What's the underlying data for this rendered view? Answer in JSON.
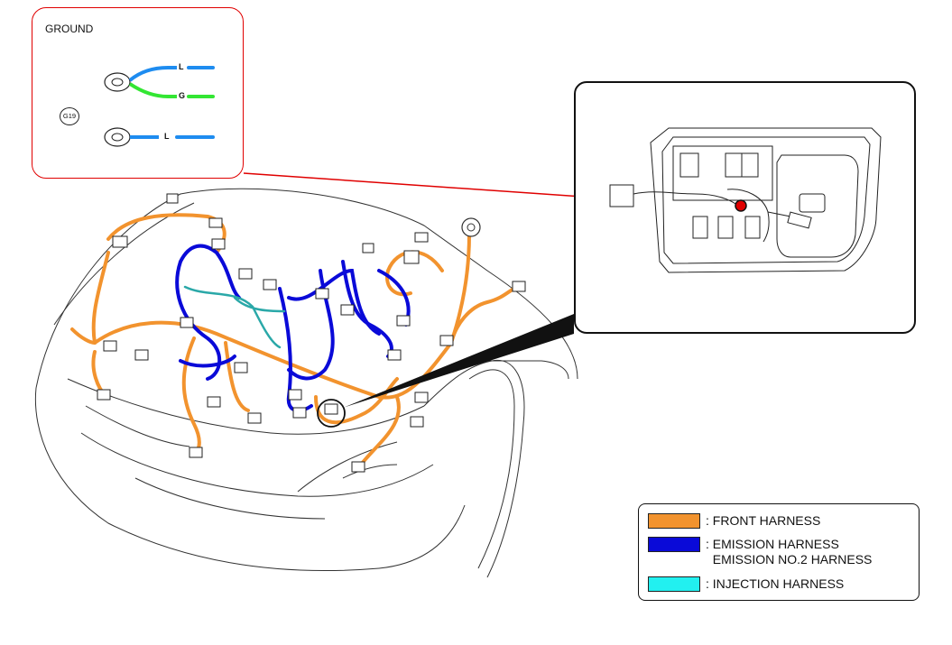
{
  "ground_inset": {
    "title": "GROUND",
    "connector_id": "G19",
    "wire_labels": [
      "L",
      "G",
      "L"
    ]
  },
  "legend": {
    "items": [
      {
        "color": "#f2932e",
        "lines": [
          ": FRONT HARNESS"
        ]
      },
      {
        "color": "#0a0ad8",
        "lines": [
          ": EMISSION HARNESS",
          "  EMISSION NO.2 HARNESS"
        ]
      },
      {
        "color": "#22f0f0",
        "lines": [
          ": INJECTION HARNESS"
        ]
      }
    ]
  },
  "colors": {
    "callout_line": "#e00000",
    "front_harness": "#f2932e",
    "emission_harness": "#0a0ad8",
    "injection_harness": "#2aa8a8",
    "ground_blue": "#1e8cf0",
    "ground_green": "#33e633"
  }
}
